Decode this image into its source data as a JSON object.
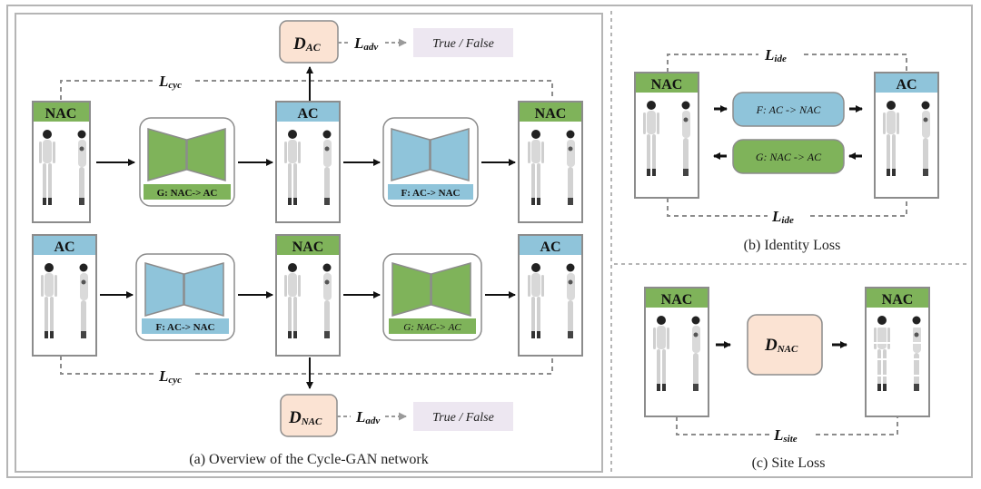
{
  "labels": {
    "nac": "NAC",
    "ac": "AC",
    "d_ac_main": "D",
    "d_ac_sub": "AC",
    "d_nac_main": "D",
    "d_nac_sub": "NAC",
    "l_adv_main": "L",
    "l_adv_sub": "adv",
    "l_cyc_main": "L",
    "l_cyc_sub": "cyc",
    "l_ide_main": "L",
    "l_ide_sub": "ide",
    "l_site_main": "L",
    "l_site_sub": "site",
    "true_false": "True / False",
    "gen_g_panel_a": "G: NAC-> AC",
    "gen_f_panel_a": "F: AC-> NAC",
    "gen_g_panel_a_bottom": "G: NAC-> AC",
    "gen_f_panel_b": "F: AC -> NAC",
    "gen_g_panel_b": "G: NAC -> AC"
  },
  "captions": {
    "a": "(a) Overview of the Cycle-GAN network",
    "b": "(b) Identity Loss",
    "c": "(c) Site Loss"
  },
  "colors": {
    "green": "#7fb35a",
    "blue": "#8fc4da",
    "peach": "#fbe3d3",
    "lavender": "#ede7f1",
    "border": "#8c8c8c",
    "dash": "#8c8c8c"
  }
}
